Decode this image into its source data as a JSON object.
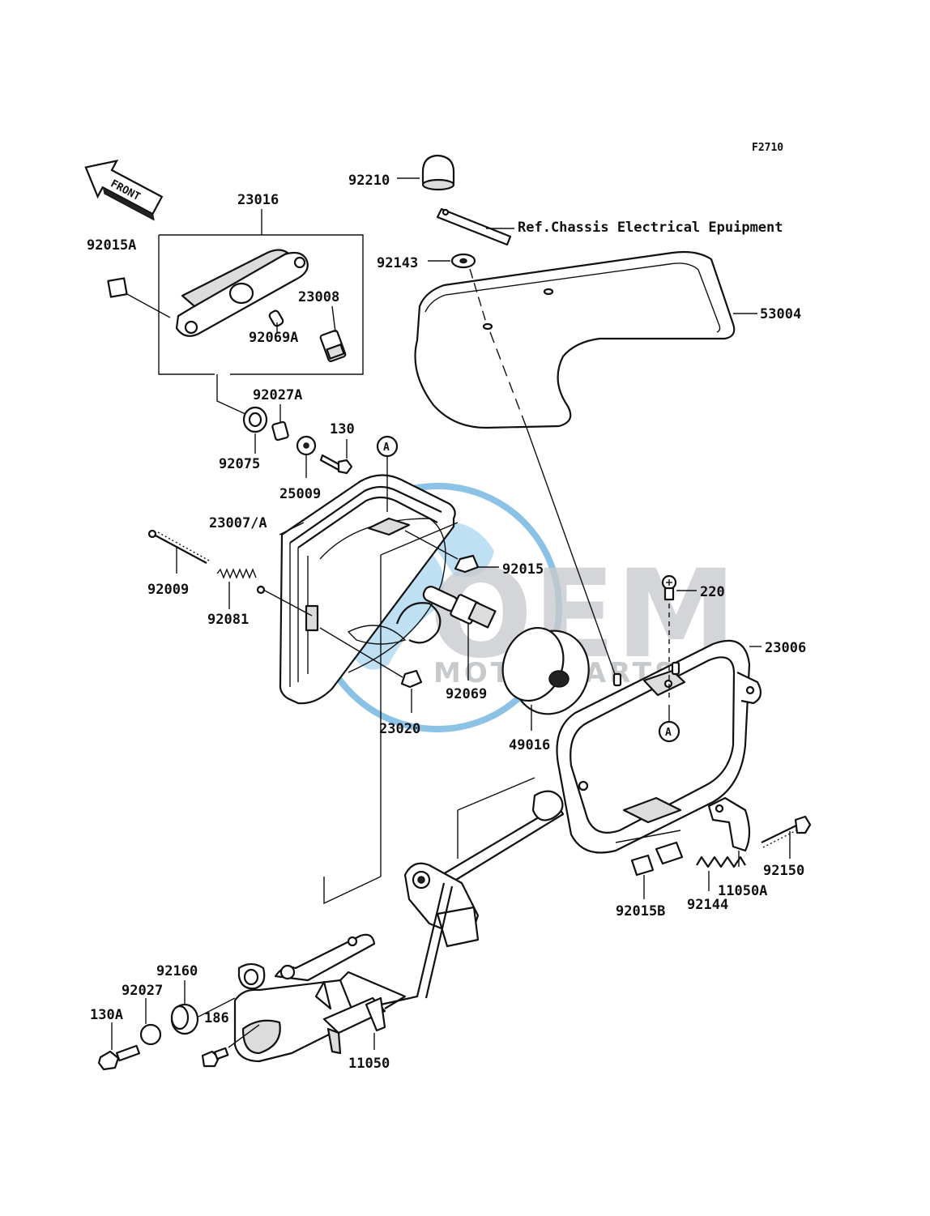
{
  "figure_code": "F2710",
  "front_label": "FRONT",
  "reference_note": "Ref.Chassis Electrical Epuipment",
  "watermark": {
    "brand": "OEM",
    "sub": "MOTORPARTS",
    "color": "#2b8fd0"
  },
  "callout_letter": "A",
  "parts": {
    "p23016": "23016",
    "p92015A": "92015A",
    "p23008": "23008",
    "p92069A": "92069A",
    "p92027A": "92027A",
    "p92075": "92075",
    "p130": "130",
    "p25009": "25009",
    "p23007A": "23007/A",
    "p92009": "92009",
    "p92081": "92081",
    "p92015": "92015",
    "p23020": "23020",
    "p92069": "92069",
    "p49016": "49016",
    "p92210": "92210",
    "p92143": "92143",
    "p53004": "53004",
    "p220": "220",
    "p23006": "23006",
    "p92150": "92150",
    "p11050A": "11050A",
    "p92144": "92144",
    "p92015B": "92015B",
    "p92160": "92160",
    "p92027": "92027",
    "p130A": "130A",
    "p186": "186",
    "p11050": "11050"
  }
}
